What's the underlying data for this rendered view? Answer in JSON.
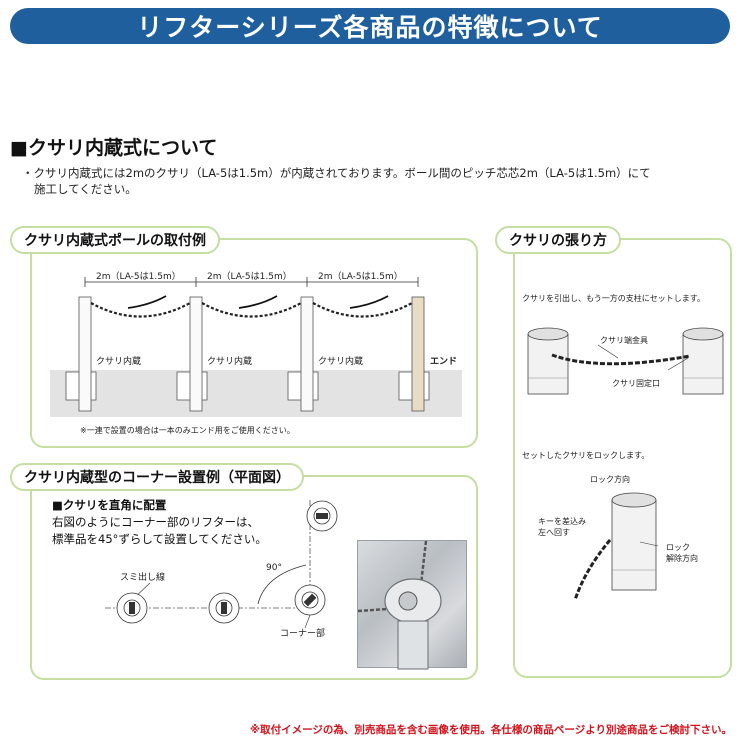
{
  "title": "リフターシリーズ各商品の特徴について",
  "section": {
    "heading": "■クサリ内蔵式について",
    "intro_line1": "・クサリ内蔵式には2mのクサリ（LA-5は1.5m）が内蔵されております。ボール間のピッチ芯芯2m（LA-5は1.5m）にて",
    "intro_line2": "施工してください。"
  },
  "mount_example": {
    "tab": "クサリ内蔵式ポールの取付例",
    "spans": [
      "2m（LA-5は1.5m）",
      "2m（LA-5は1.5m）",
      "2m（LA-5は1.5m）"
    ],
    "post_labels": [
      "クサリ内蔵",
      "クサリ内蔵",
      "クサリ内蔵",
      "エンド"
    ],
    "note": "※一連で設置の場合は一本のみエンド用をご使用ください。"
  },
  "tension": {
    "tab": "クサリの張り方",
    "step1": "クサリを引出し、もう一方の支柱にセットします。",
    "label_hook": "クサリ端金具",
    "label_slot": "クサリ固定口",
    "step2": "セットしたクサリをロックします。",
    "label_lock_dir": "ロック方向",
    "label_key_1": "キーを差込み",
    "label_key_2": "左へ回す",
    "label_unlock_1": "ロック",
    "label_unlock_2": "解除方向"
  },
  "corner": {
    "tab": "クサリ内蔵型のコーナー設置例（平面図）",
    "subheading": "■クサリを直角に配置",
    "text_line1": "右図のようにコーナー部のリフターは、",
    "text_line2": "標準品を45°ずらして設置してください。",
    "angle": "90°",
    "line_label": "スミ出し線",
    "corner_label": "コーナー部"
  },
  "footer": "※取付イメージの為、別売商品を含む画像を使用。各仕様の商品ページより別途商品をご検討下さい。",
  "colors": {
    "title_bg": "#1f5f9e",
    "panel_border": "#c5dfa2",
    "footer_text": "#d3121b"
  }
}
